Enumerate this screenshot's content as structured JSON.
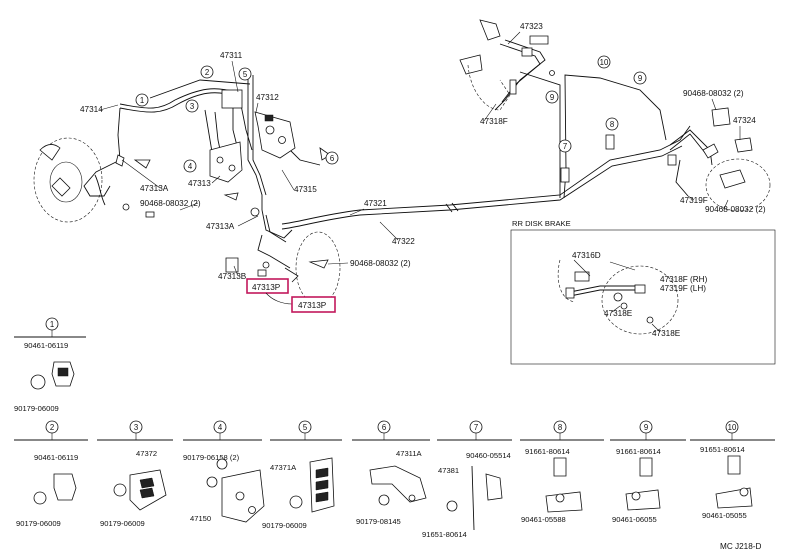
{
  "diagram": {
    "labels": [
      "47311",
      "47312",
      "47314",
      "47313",
      "47313A",
      "47315",
      "47313A",
      "47313B",
      "90468-08032 (2)",
      "47321",
      "47322",
      "90468-08032 (2)",
      "47323",
      "47318F",
      "90468-08032 (2)",
      "47324",
      "47319F",
      "90468-08032 (2)"
    ],
    "highlighted": [
      "47313P",
      "47313P"
    ],
    "callouts_main": [
      "1",
      "2",
      "3",
      "4",
      "5",
      "6",
      "7",
      "8",
      "9",
      "10",
      "9"
    ],
    "inset": {
      "title": "RR DISK BRAKE",
      "labels": [
        "47316D",
        "47318F (RH)",
        "47319F (LH)",
        "47318E",
        "47318E"
      ]
    },
    "footer_code": "MC J218-D"
  },
  "legend": [
    {
      "num": "1",
      "parts": [
        "90461-06119",
        "90179-06009"
      ]
    },
    {
      "num": "2",
      "parts": [
        "90461-06119",
        "90179-06009"
      ]
    },
    {
      "num": "3",
      "parts": [
        "47372",
        "90179-06009"
      ]
    },
    {
      "num": "4",
      "parts": [
        "90179-06158 (2)",
        "47150"
      ]
    },
    {
      "num": "5",
      "parts": [
        "47371A",
        "90179-06009"
      ]
    },
    {
      "num": "6",
      "parts": [
        "47311A",
        "90179-08145"
      ]
    },
    {
      "num": "7",
      "parts": [
        "90460-05514",
        "47381",
        "91651-80614"
      ]
    },
    {
      "num": "8",
      "parts": [
        "91661-80614",
        "90461-05588"
      ]
    },
    {
      "num": "9",
      "parts": [
        "91661-80614",
        "90461-06055"
      ]
    },
    {
      "num": "10",
      "parts": [
        "91651-80614",
        "90461-05055"
      ]
    }
  ]
}
